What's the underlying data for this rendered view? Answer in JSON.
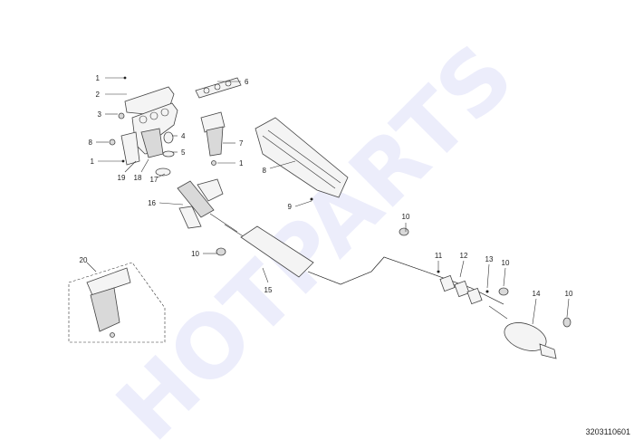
{
  "watermark": "HOTPARTS",
  "drawing_code": "3203110601",
  "callouts": [
    {
      "id": "c1a",
      "label": "1"
    },
    {
      "id": "c2",
      "label": "2"
    },
    {
      "id": "c3",
      "label": "3"
    },
    {
      "id": "c8a",
      "label": "8"
    },
    {
      "id": "c1b",
      "label": "1"
    },
    {
      "id": "c19",
      "label": "19"
    },
    {
      "id": "c18",
      "label": "18"
    },
    {
      "id": "c17",
      "label": "17"
    },
    {
      "id": "c16",
      "label": "16"
    },
    {
      "id": "c4",
      "label": "4"
    },
    {
      "id": "c5",
      "label": "5"
    },
    {
      "id": "c6",
      "label": "6"
    },
    {
      "id": "c7",
      "label": "7"
    },
    {
      "id": "c1c",
      "label": "1"
    },
    {
      "id": "c8b",
      "label": "8"
    },
    {
      "id": "c9",
      "label": "9"
    },
    {
      "id": "c10a",
      "label": "10"
    },
    {
      "id": "c10b",
      "label": "10"
    },
    {
      "id": "c15",
      "label": "15"
    },
    {
      "id": "c11",
      "label": "11"
    },
    {
      "id": "c12",
      "label": "12"
    },
    {
      "id": "c13",
      "label": "13"
    },
    {
      "id": "c10c",
      "label": "10"
    },
    {
      "id": "c14",
      "label": "14"
    },
    {
      "id": "c10d",
      "label": "10"
    },
    {
      "id": "c20",
      "label": "20"
    }
  ]
}
